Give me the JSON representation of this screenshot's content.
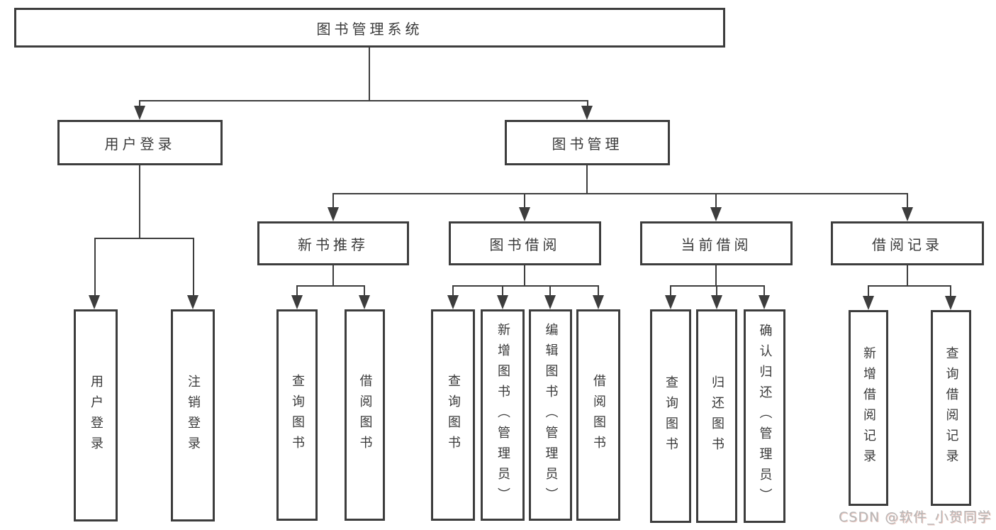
{
  "diagram": {
    "root": {
      "label": "图书管理系统"
    },
    "level2": [
      {
        "label": "用户登录"
      },
      {
        "label": "图书管理"
      }
    ],
    "level3": [
      {
        "label": "新书推荐"
      },
      {
        "label": "图书借阅"
      },
      {
        "label": "当前借阅"
      },
      {
        "label": "借阅记录"
      }
    ],
    "leaves": {
      "user_login": [
        {
          "label": "用户登录"
        },
        {
          "label": "注销登录"
        }
      ],
      "new_book": [
        {
          "label": "查询图书"
        },
        {
          "label": "借阅图书"
        }
      ],
      "book_borrow": [
        {
          "label": "查询图书"
        },
        {
          "label": "新增图书（管理员）"
        },
        {
          "label": "编辑图书（管理员）"
        },
        {
          "label": "借阅图书"
        }
      ],
      "current_borrow": [
        {
          "label": "查询图书"
        },
        {
          "label": "归还图书"
        },
        {
          "label": "确认归还（管理员）"
        }
      ],
      "borrow_record": [
        {
          "label": "新增借阅记录"
        },
        {
          "label": "查询借阅记录"
        }
      ]
    },
    "colors": {
      "line": "#3d3d3d",
      "text": "#3a3a3a",
      "watermark": "#b6b6b6",
      "background": "#ffffff"
    }
  },
  "watermark": "CSDN @软件_小贺同学"
}
